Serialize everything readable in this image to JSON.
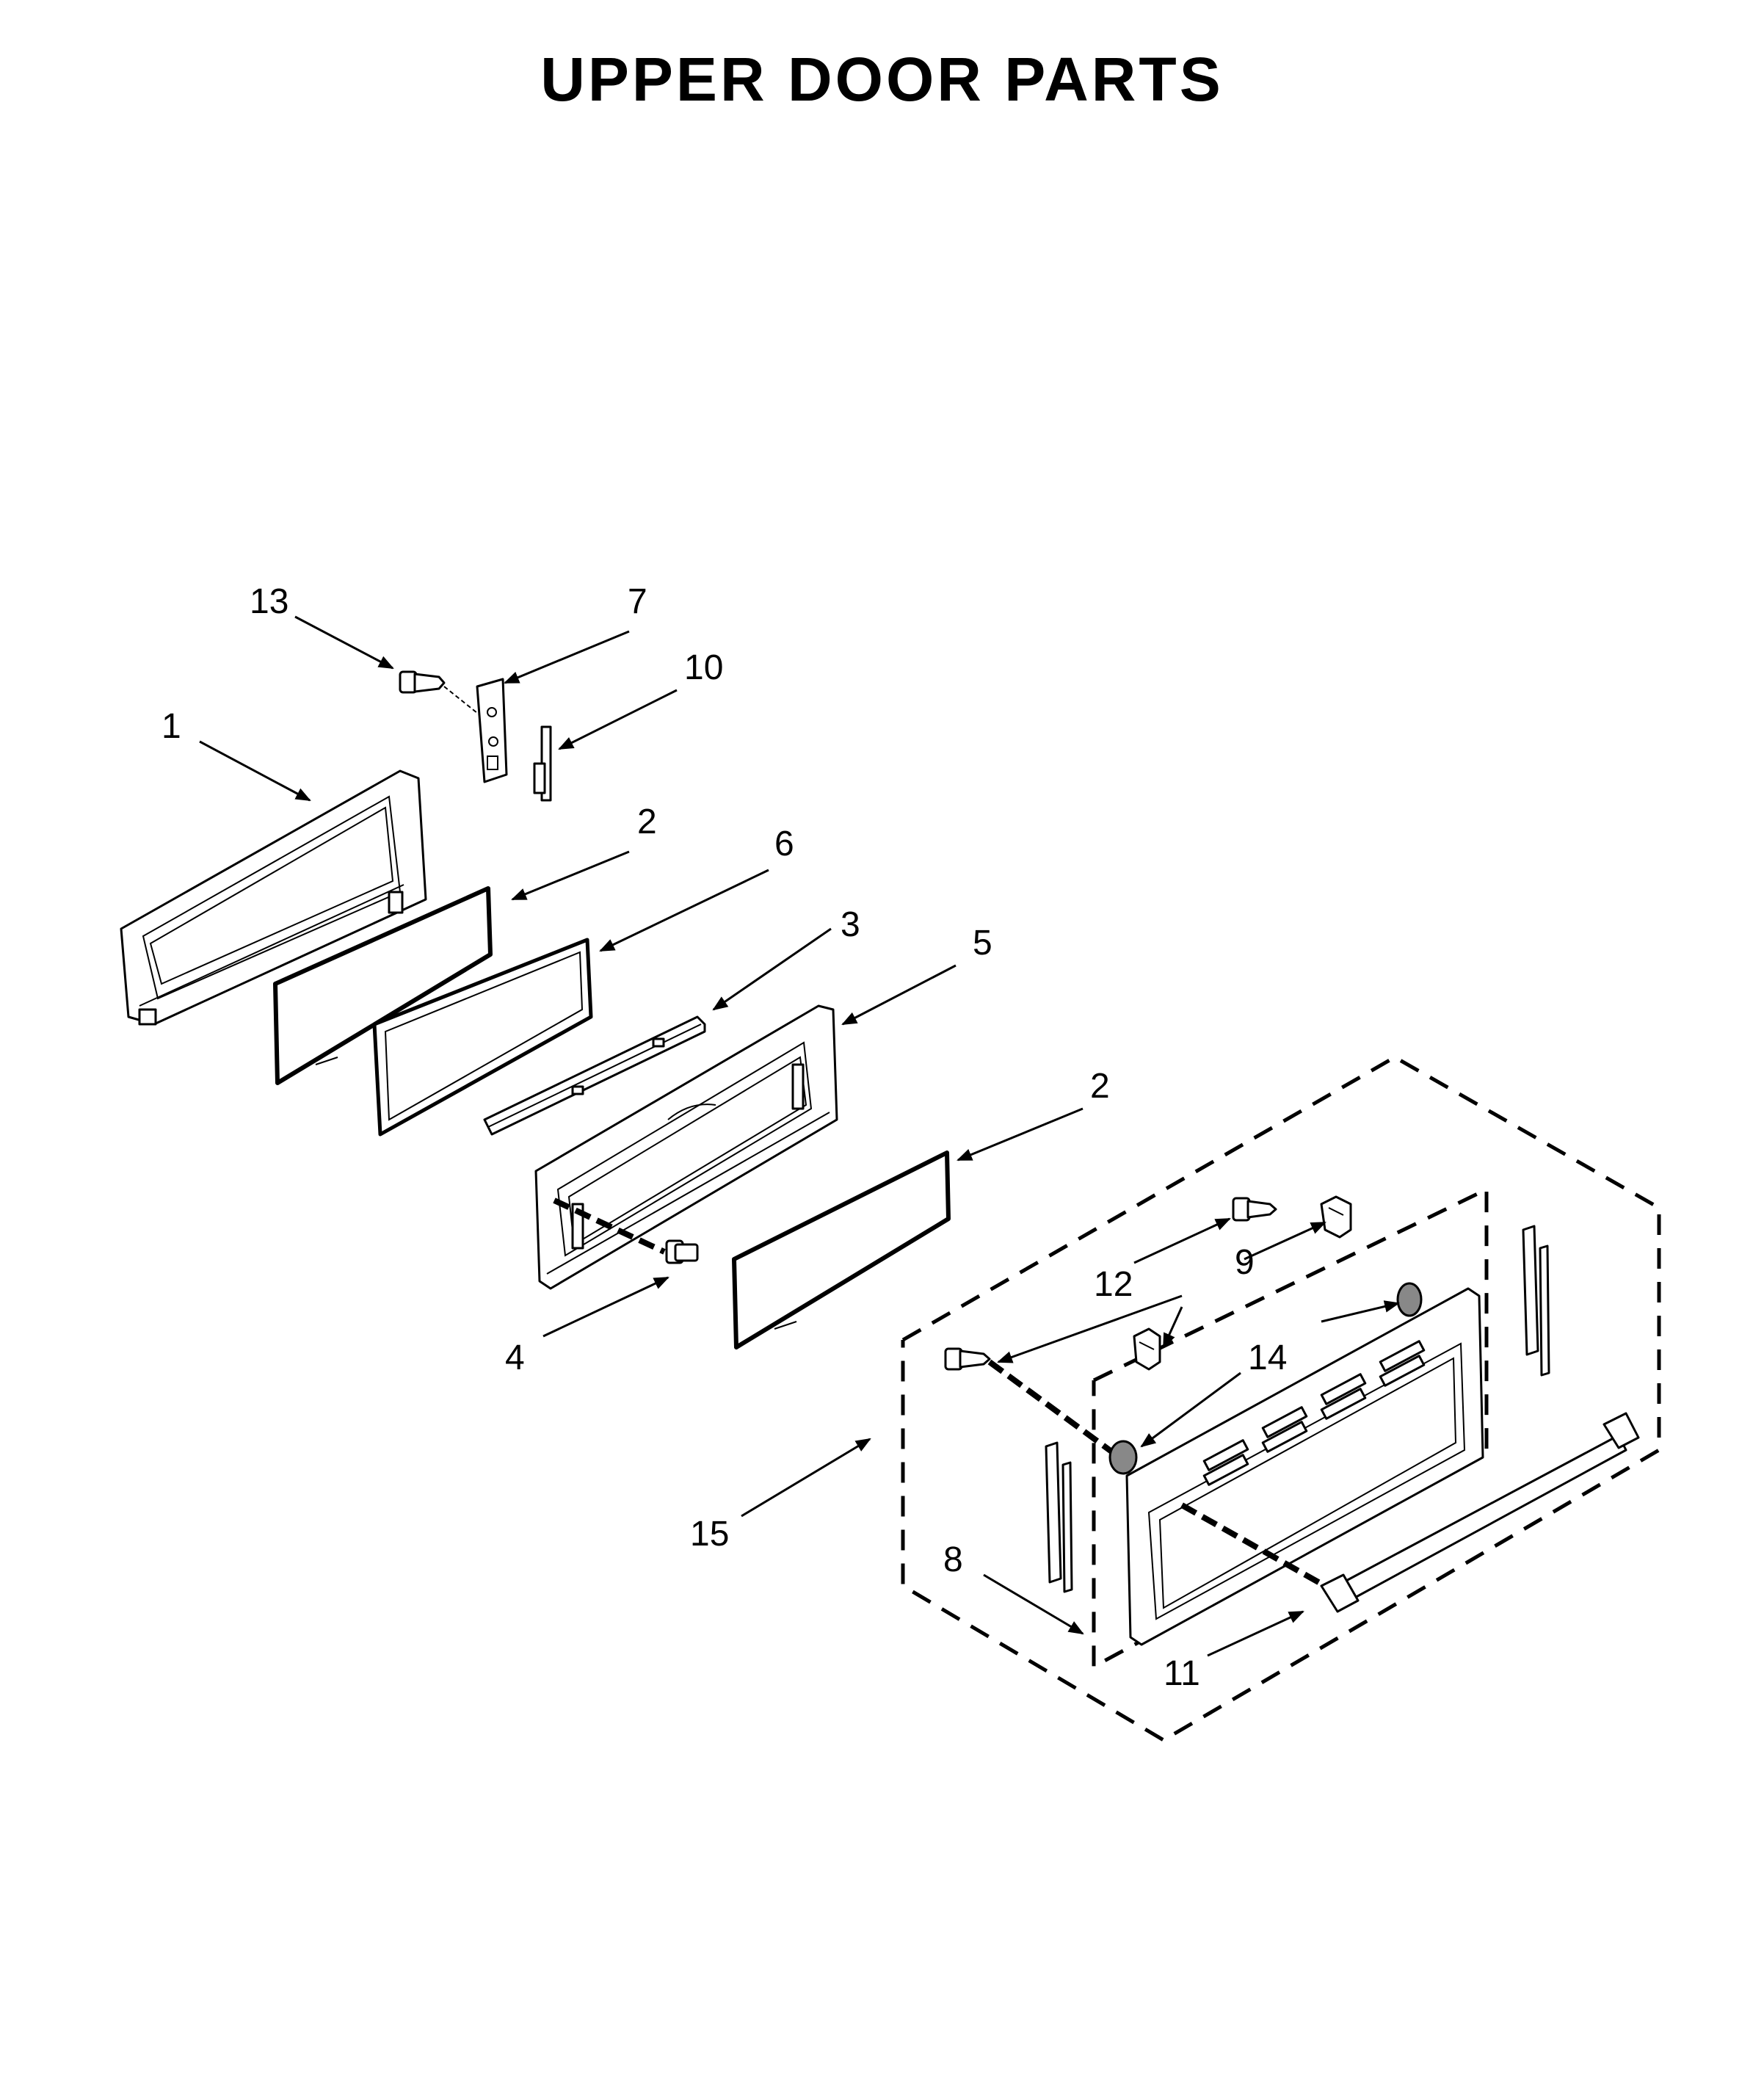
{
  "title": "UPPER DOOR PARTS",
  "callouts": {
    "c1": "1",
    "c2a": "2",
    "c2b": "2",
    "c3": "3",
    "c4": "4",
    "c5": "5",
    "c6": "6",
    "c7": "7",
    "c8": "8",
    "c9": "9",
    "c10": "10",
    "c11": "11",
    "c12": "12",
    "c13": "13",
    "c14": "14",
    "c15": "15"
  }
}
